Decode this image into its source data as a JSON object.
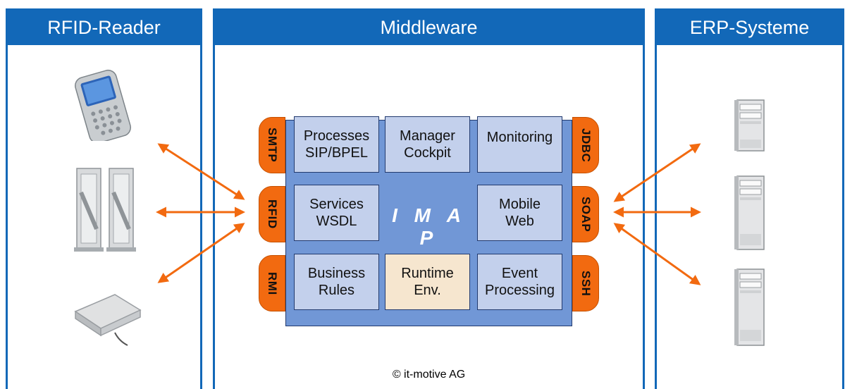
{
  "panels": {
    "rfid": "RFID-Reader",
    "middleware": "Middleware",
    "erp": "ERP-Systeme"
  },
  "imap": {
    "label": "I M A P",
    "cells": {
      "processes": [
        "Processes",
        "SIP/BPEL"
      ],
      "manager": [
        "Manager",
        "Cockpit"
      ],
      "monitoring": [
        "Monitoring"
      ],
      "services": [
        "Services",
        "WSDL"
      ],
      "mobile": [
        "Mobile",
        "Web"
      ],
      "rules": [
        "Business",
        "Rules"
      ],
      "runtime": [
        "Runtime",
        "Env."
      ],
      "event": [
        "Event",
        "Processing"
      ]
    }
  },
  "protocols": {
    "left": [
      "SMTP",
      "RFID",
      "RMI"
    ],
    "right": [
      "JDBC",
      "SOAP",
      "SSH"
    ]
  },
  "copyright": "© it-motive AG",
  "colors": {
    "panel_blue": "#1268b8",
    "imap_blue": "#7197d6",
    "cell": "#c3d0ec",
    "runtime_cell": "#f6e6cf",
    "protocol_orange": "#f26a10"
  }
}
